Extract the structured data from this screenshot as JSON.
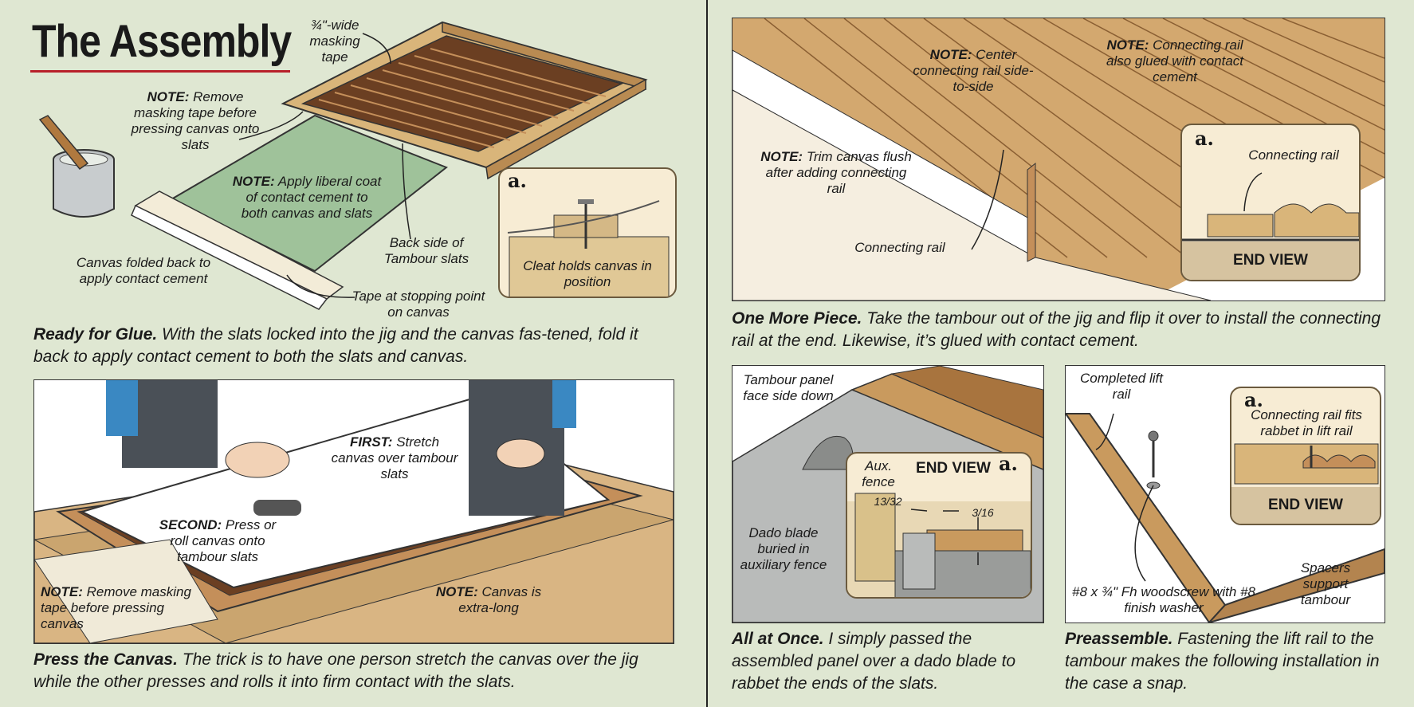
{
  "title": "The Assembly",
  "colors": {
    "background": "#dfe7d2",
    "title_rule": "#b8202a",
    "inset_bg": "#f7ecd4",
    "wood": "#c9a46a",
    "canvas_green": "#9fc29a"
  },
  "fig1": {
    "label_masking_tape": "¾\"-wide masking tape",
    "note_remove_tape": {
      "lead": "NOTE:",
      "text": "Remove masking tape before pressing canvas onto slats"
    },
    "note_apply_coat": {
      "lead": "NOTE:",
      "text": "Apply liberal coat of contact cement to both canvas and slats"
    },
    "label_back_side": "Back side of Tambour slats",
    "label_canvas_folded": "Canvas folded back to apply contact cement",
    "label_tape_stopping": "Tape at stopping point on canvas",
    "inset": {
      "letter": "a.",
      "label": "Cleat holds canvas in position"
    }
  },
  "caption1": {
    "lead": "Ready for Glue.",
    "text": "With the slats locked into the jig and the canvas fas-tened, fold it back to apply contact cement to both the slats and canvas."
  },
  "fig2": {
    "first": {
      "lead": "FIRST:",
      "text": "Stretch canvas over tambour slats"
    },
    "second": {
      "lead": "SECOND:",
      "text": "Press or roll canvas onto tambour slats"
    },
    "note_remove": {
      "lead": "NOTE:",
      "text": "Remove masking tape before pressing canvas"
    },
    "note_long": {
      "lead": "NOTE:",
      "text": "Canvas is extra-long"
    }
  },
  "caption2": {
    "lead": "Press the Canvas.",
    "text": "The trick is to have one person stretch the canvas over the jig while the other presses and rolls it into firm contact with the slats."
  },
  "fig3": {
    "note_center": {
      "lead": "NOTE:",
      "text": "Center connecting rail side-to-side"
    },
    "note_glued": {
      "lead": "NOTE:",
      "text": "Connecting rail also glued with contact cement"
    },
    "note_trim": {
      "lead": "NOTE:",
      "text": "Trim canvas flush after adding connecting rail"
    },
    "label_connecting_rail": "Connecting rail",
    "inset": {
      "letter": "a.",
      "label": "Connecting rail",
      "end_view": "END VIEW"
    }
  },
  "caption3": {
    "lead": "One More Piece.",
    "text": "Take the tambour out of the jig and flip it over to install the connecting rail at the end. Likewise, it’s glued with contact cement."
  },
  "fig4": {
    "label_tambour_panel": "Tambour panel face side down",
    "label_dado": "Dado blade buried in auxiliary fence",
    "inset": {
      "letter": "a.",
      "aux_fence": "Aux. fence",
      "end_view": "END VIEW",
      "dim1": "13/32",
      "dim2": "3/16"
    }
  },
  "caption4": {
    "lead": "All at Once.",
    "text": "I simply passed the assembled panel over a dado blade to rabbet the ends of the slats."
  },
  "fig5": {
    "label_completed": "Completed lift rail",
    "label_screw": "#8 x ¾\" Fh woodscrew with #8 finish washer",
    "label_spacers": "Spacers support tambour",
    "inset": {
      "letter": "a.",
      "label": "Connecting rail fits rabbet in lift rail",
      "end_view": "END VIEW"
    }
  },
  "caption5": {
    "lead": "Preassemble.",
    "text": "Fastening the lift rail to the tambour makes the following installation in the case a snap."
  }
}
